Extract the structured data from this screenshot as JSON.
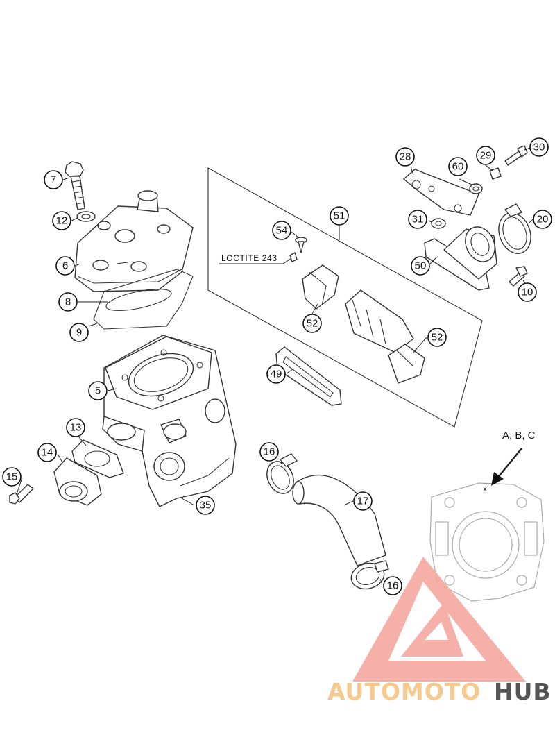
{
  "callouts": [
    {
      "id": "c7",
      "label": "7"
    },
    {
      "id": "c12",
      "label": "12"
    },
    {
      "id": "c6",
      "label": "6"
    },
    {
      "id": "c8",
      "label": "8"
    },
    {
      "id": "c9",
      "label": "9"
    },
    {
      "id": "c5",
      "label": "5"
    },
    {
      "id": "c13",
      "label": "13"
    },
    {
      "id": "c14",
      "label": "14"
    },
    {
      "id": "c15",
      "label": "15"
    },
    {
      "id": "c35",
      "label": "35"
    },
    {
      "id": "c54",
      "label": "54"
    },
    {
      "id": "c51",
      "label": "51"
    },
    {
      "id": "c52a",
      "label": "52"
    },
    {
      "id": "c52b",
      "label": "52"
    },
    {
      "id": "c49",
      "label": "49"
    },
    {
      "id": "c28",
      "label": "28"
    },
    {
      "id": "c60",
      "label": "60"
    },
    {
      "id": "c29",
      "label": "29"
    },
    {
      "id": "c30",
      "label": "30"
    },
    {
      "id": "c31",
      "label": "31"
    },
    {
      "id": "c20",
      "label": "20"
    },
    {
      "id": "c50",
      "label": "50"
    },
    {
      "id": "c10",
      "label": "10"
    },
    {
      "id": "c16a",
      "label": "16"
    },
    {
      "id": "c17",
      "label": "17"
    },
    {
      "id": "c16b",
      "label": "16"
    }
  ],
  "annotations": {
    "loctite": "LOCTITE 243",
    "variant": "A, B, C",
    "mark": "x"
  },
  "watermark": {
    "part1": "AUTOMOTO",
    "part2": "HUB",
    "color_primary": "#f4a9a0",
    "color_accent": "#f6c98f",
    "color_dark": "#555555"
  }
}
